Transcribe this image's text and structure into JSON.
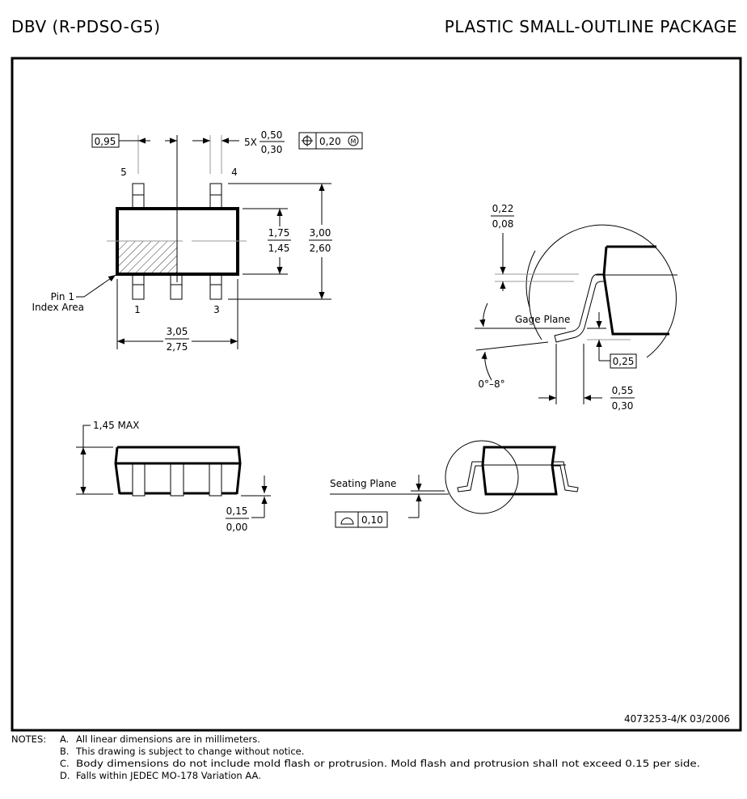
{
  "header": {
    "title_left": "DBV (R-PDSO-G5)",
    "title_right": "PLASTIC SMALL-OUTLINE PACKAGE"
  },
  "top_view": {
    "pin_pitch": "0,95",
    "lead_width_prefix": "5X",
    "lead_width_max": "0,50",
    "lead_width_min": "0,30",
    "position_tolerance": "0,20",
    "position_symbol": "⌖",
    "mmc_symbol": "M",
    "pin_labels": [
      "5",
      "4",
      "1",
      "3"
    ],
    "body_width_max": "1,75",
    "body_width_min": "1,45",
    "overall_width_max": "3,00",
    "overall_width_min": "2,60",
    "body_length_max": "3,05",
    "body_length_min": "2,75",
    "pin1_label_line1": "Pin 1",
    "pin1_label_line2": "Index Area"
  },
  "detail_view": {
    "lead_thickness_max": "0,22",
    "lead_thickness_min": "0,08",
    "gage_plane": "Gage Plane",
    "gage_height": "0,25",
    "angle": "0°–8°",
    "foot_length_max": "0,55",
    "foot_length_min": "0,30"
  },
  "side_view": {
    "height_max": "1,45 MAX",
    "standoff_max": "0,15",
    "standoff_min": "0,00"
  },
  "seating_view": {
    "seating_plane": "Seating Plane",
    "coplanarity": "0,10"
  },
  "drawing_number": "4073253-4/K 03/2006",
  "notes": {
    "label": "NOTES:",
    "items": [
      {
        "letter": "A.",
        "text": "All linear dimensions are in millimeters."
      },
      {
        "letter": "B.",
        "text": "This drawing is subject to change without notice."
      },
      {
        "letter": "C.",
        "text": "Body dimensions do not include mold flash or protrusion. Mold flash and protrusion shall not exceed 0.15 per side."
      },
      {
        "letter": "D.",
        "text": "Falls within JEDEC MO-178 Variation AA."
      }
    ]
  }
}
